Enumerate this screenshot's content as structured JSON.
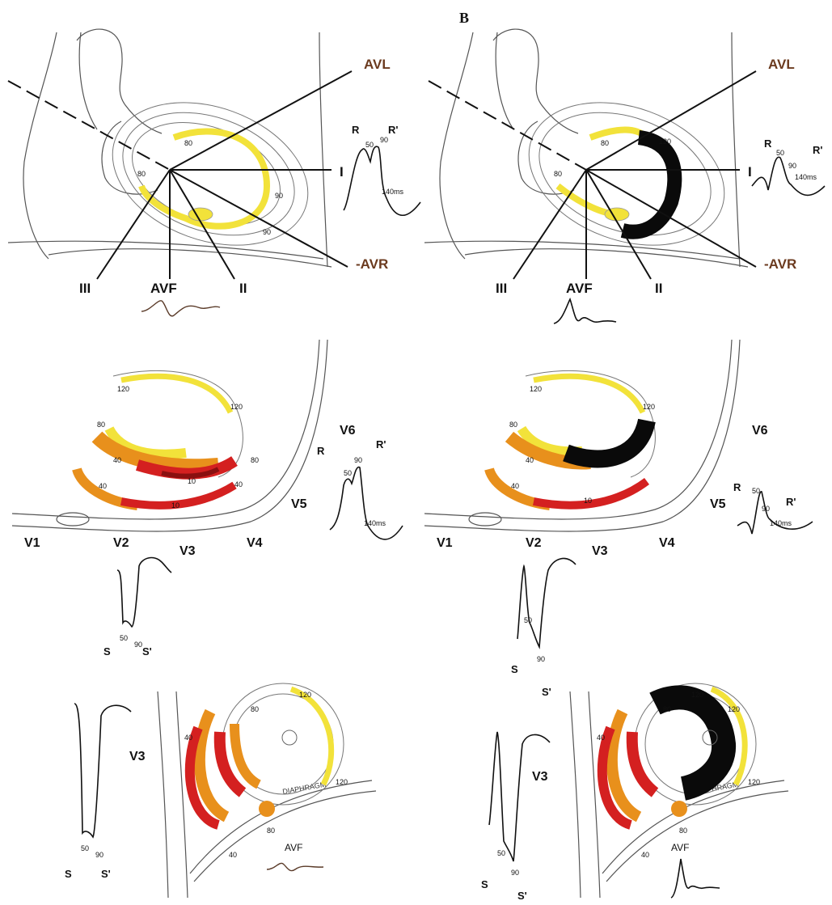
{
  "header": "B",
  "leads": {
    "avl": "AVL",
    "i": "I",
    "avr": "-AVR",
    "iii": "III",
    "avf": "AVF",
    "ii": "II",
    "v1": "V1",
    "v2": "V2",
    "v3": "V3",
    "v4": "V4",
    "v5": "V5",
    "v6": "V6"
  },
  "waves": {
    "r": "R",
    "r_prime": "R'",
    "s": "S",
    "s_prime": "S'",
    "t50": "50",
    "t90": "90",
    "t140": "140ms"
  },
  "isochrones": {
    "i10": "10",
    "i40": "40",
    "i80": "80",
    "i90": "90",
    "i120": "120"
  },
  "diaphragm": "DIAPHRAGM",
  "colors": {
    "yellow": "#f2e23a",
    "orange": "#e8901c",
    "red": "#d42020",
    "darkred": "#8a1010",
    "black": "#0a0a0a"
  }
}
